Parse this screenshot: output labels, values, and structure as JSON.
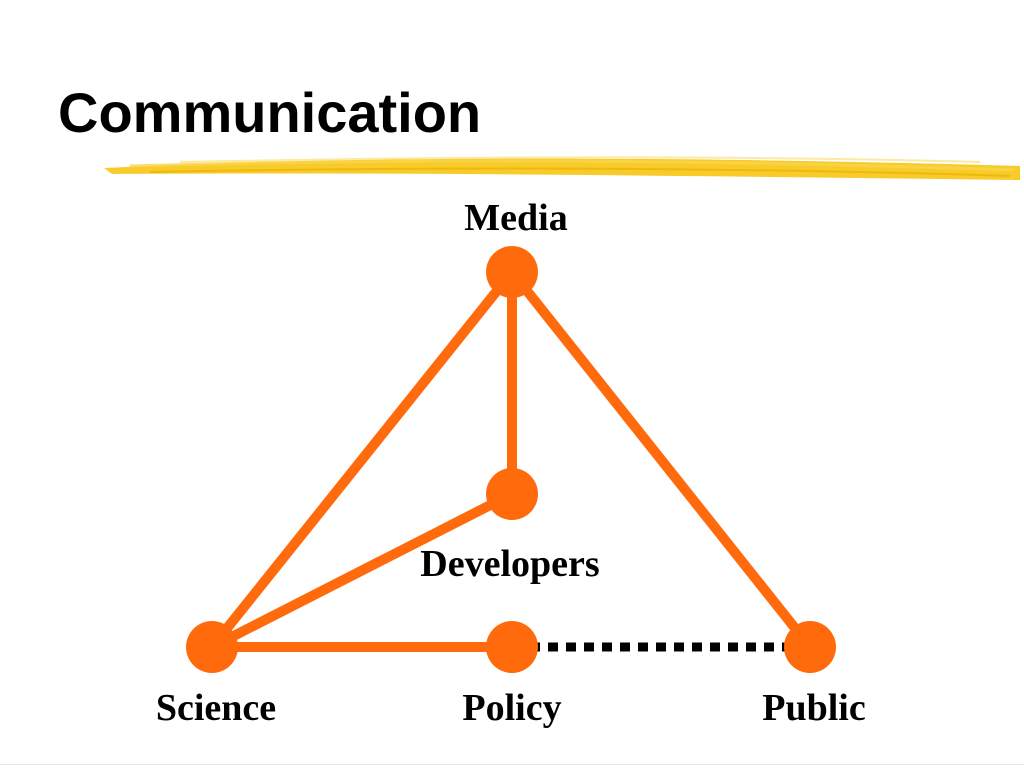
{
  "slide": {
    "title": "Communication"
  },
  "colors": {
    "edge": "#ff6a0d",
    "node": "#ff6a0d",
    "dashed_edge": "#000000",
    "highlight_stroke": "#f5c000"
  },
  "diagram": {
    "nodes": [
      {
        "id": "media",
        "label": "Media"
      },
      {
        "id": "developers",
        "label": "Developers"
      },
      {
        "id": "science",
        "label": "Science"
      },
      {
        "id": "policy",
        "label": "Policy"
      },
      {
        "id": "public",
        "label": "Public"
      }
    ],
    "edges": [
      {
        "from": "media",
        "to": "science",
        "style": "solid"
      },
      {
        "from": "media",
        "to": "public",
        "style": "solid"
      },
      {
        "from": "media",
        "to": "developers",
        "style": "solid"
      },
      {
        "from": "science",
        "to": "developers",
        "style": "solid"
      },
      {
        "from": "science",
        "to": "policy",
        "style": "solid"
      },
      {
        "from": "policy",
        "to": "public",
        "style": "dashed"
      }
    ]
  }
}
